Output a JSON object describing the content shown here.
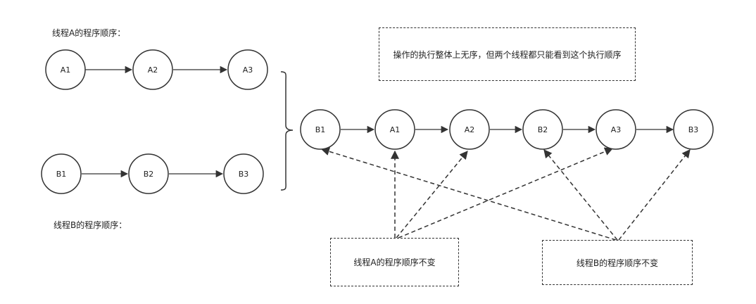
{
  "labels": {
    "thread_a_order": "线程A的程序顺序：",
    "thread_b_order": "线程B的程序顺序："
  },
  "note": "操作的执行整体上无序，但两个线程都只能看到这个执行顺序",
  "boxes": {
    "a_unchanged": "线程A的程序顺序不变",
    "b_unchanged": "线程B的程序顺序不变"
  },
  "thread_a": [
    "A1",
    "A2",
    "A3"
  ],
  "thread_b": [
    "B1",
    "B2",
    "B3"
  ],
  "merged": [
    "B1",
    "A1",
    "A2",
    "B2",
    "A3",
    "B3"
  ],
  "colors": {
    "stroke": "#333333",
    "fill": "#ffffff",
    "text": "#222222"
  }
}
